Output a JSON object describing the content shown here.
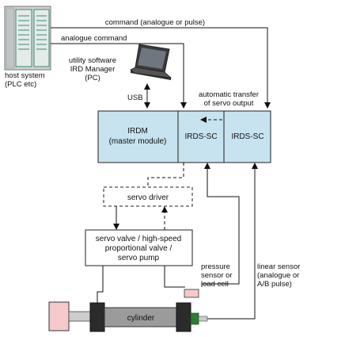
{
  "labels": {
    "command": "command (analogue or pulse)",
    "analogue_command": "analogue command",
    "utility_software": [
      "utility software",
      "IRD Manager",
      "(PC)"
    ],
    "host_system": [
      "host system",
      "(PLC etc)"
    ],
    "usb": "USB",
    "auto_transfer": [
      "automatic transfer",
      "of servo output"
    ],
    "irdm": [
      "IRDM",
      "(master module)"
    ],
    "irds_sc_1": "IRDS-SC",
    "irds_sc_2": "IRDS-SC",
    "servo_driver": "servo driver",
    "servo_valve": [
      "servo valve / high-speed",
      "proportional valve /",
      "servo pump"
    ],
    "pressure_sensor": [
      "pressure",
      "sensor or",
      "load cell"
    ],
    "linear_sensor": [
      "linear sensor",
      "(analogue or",
      "A/B pulse)"
    ],
    "cylinder": "cylinder"
  },
  "colors": {
    "module_fill": "#c6e3ef",
    "plc_fill": "#cfd3d3",
    "plc_slot": "#e4ebe9",
    "plc_slot_lines": "#3c8a75",
    "cylinder_body": "#9b9b9b",
    "cylinder_end": "#2b2b2b",
    "load_block": "#f6c9cc",
    "sensor_green": "#2e7d32",
    "line": "#111111"
  },
  "icons": {
    "host": "plc-rack-icon",
    "pc": "laptop-icon"
  }
}
